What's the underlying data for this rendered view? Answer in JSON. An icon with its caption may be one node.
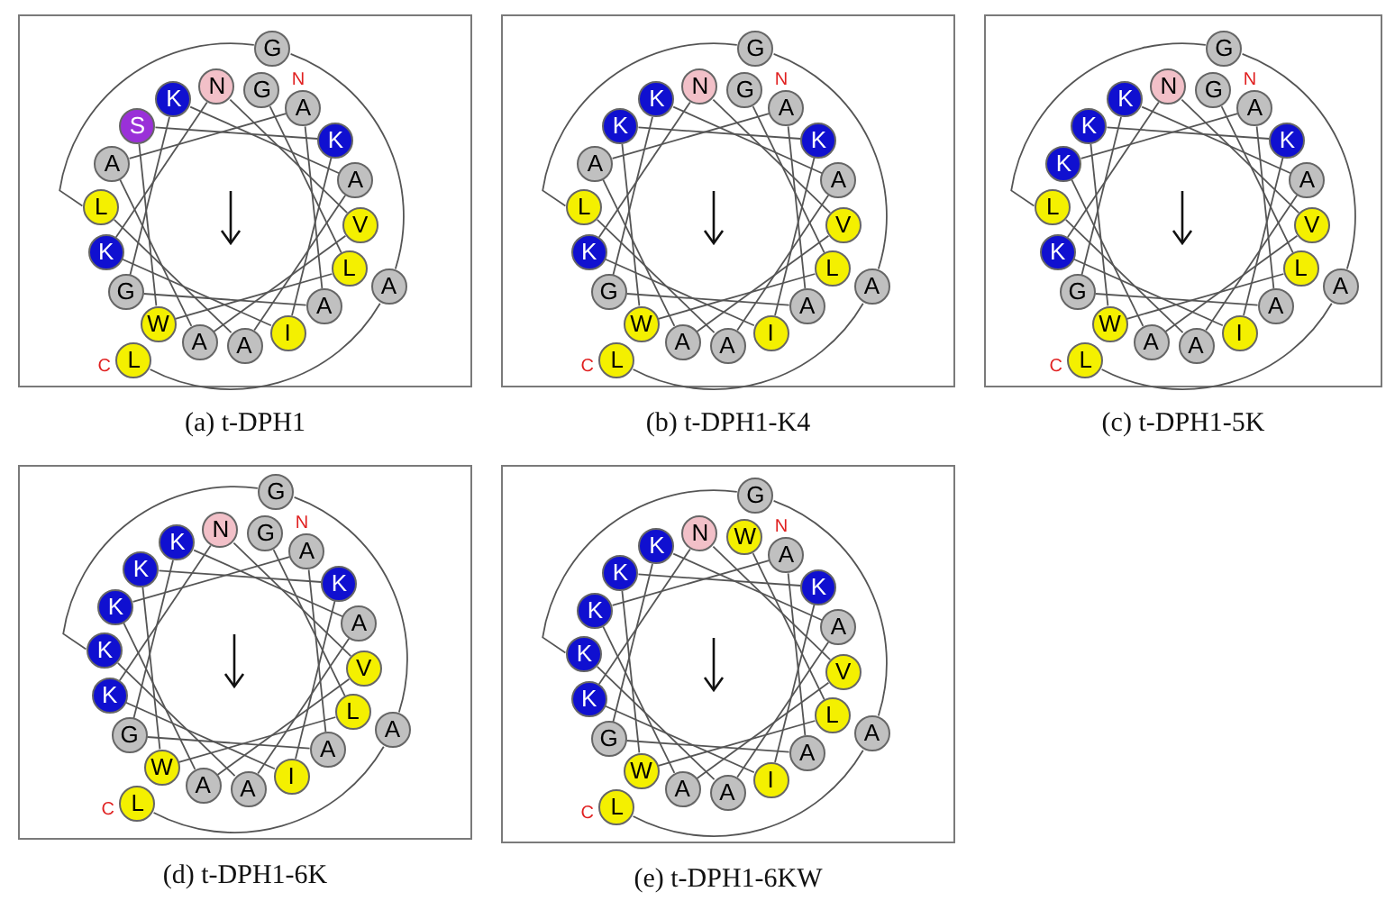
{
  "diagram": {
    "nodes": [
      {
        "text": [
          "(a) t-DPH1"
        ]
      },
      {
        "text": [
          "G"
        ],
        "in": 0,
        "beside": [
          "N"
        ]
      },
      {
        "text": [
          "L"
        ],
        "in": 0
      },
      {
        "text": [
          "W"
        ],
        "in": 0
      },
      {
        "text": [
          "S"
        ],
        "in": 0
      },
      {
        "text": [
          "K"
        ],
        "in": 0
      },
      {
        "text": [
          "I"
        ],
        "in": 0
      },
      {
        "text": [
          "K"
        ],
        "in": 0
      },
      {
        "text": [
          "N"
        ],
        "in": 0
      },
      {
        "text": [
          "V"
        ],
        "in": 0
      },
      {
        "text": [
          "A"
        ],
        "in": 0
      },
      {
        "text": [
          "A"
        ],
        "in": 0
      },
      {
        "text": [
          "A"
        ],
        "in": 0
      },
      {
        "text": [
          "A"
        ],
        "in": 0
      },
      {
        "text": [
          "G"
        ],
        "in": 0
      },
      {
        "text": [
          "K"
        ],
        "in": 0
      },
      {
        "text": [
          "A"
        ],
        "in": 0
      },
      {
        "text": [
          "A"
        ],
        "in": 0
      },
      {
        "text": [
          "L"
        ],
        "in": 0
      },
      {
        "text": [
          "G"
        ],
        "in": 0
      },
      {
        "text": [
          "A"
        ],
        "in": 0
      },
      {
        "text": [
          "L"
        ],
        "in": 0,
        "beside": [
          "C"
        ]
      },
      {
        "text": [
          "(b) t-DPH1-K4"
        ]
      },
      {
        "text": [
          "G"
        ],
        "in": 22,
        "beside": [
          "N"
        ]
      },
      {
        "text": [
          "L"
        ],
        "in": 22
      },
      {
        "text": [
          "W"
        ],
        "in": 22
      },
      {
        "text": [
          "K"
        ],
        "in": 22
      },
      {
        "text": [
          "K"
        ],
        "in": 22
      },
      {
        "text": [
          "I"
        ],
        "in": 22
      },
      {
        "text": [
          "K"
        ],
        "in": 22
      },
      {
        "text": [
          "N"
        ],
        "in": 22
      },
      {
        "text": [
          "V"
        ],
        "in": 22
      },
      {
        "text": [
          "A"
        ],
        "in": 22
      },
      {
        "text": [
          "A"
        ],
        "in": 22
      },
      {
        "text": [
          "A"
        ],
        "in": 22
      },
      {
        "text": [
          "A"
        ],
        "in": 22
      },
      {
        "text": [
          "G"
        ],
        "in": 22
      },
      {
        "text": [
          "K"
        ],
        "in": 22
      },
      {
        "text": [
          "A"
        ],
        "in": 22
      },
      {
        "text": [
          "A"
        ],
        "in": 22
      },
      {
        "text": [
          "L"
        ],
        "in": 22
      },
      {
        "text": [
          "G"
        ],
        "in": 22
      },
      {
        "text": [
          "A"
        ],
        "in": 22
      },
      {
        "text": [
          "L"
        ],
        "in": 22,
        "beside": [
          "C"
        ]
      },
      {
        "text": [
          "(c) t-DPH1-5K"
        ]
      },
      {
        "text": [
          "G"
        ],
        "in": 44,
        "beside": [
          "N"
        ]
      },
      {
        "text": [
          "L"
        ],
        "in": 44
      },
      {
        "text": [
          "W"
        ],
        "in": 44
      },
      {
        "text": [
          "K"
        ],
        "in": 44
      },
      {
        "text": [
          "K"
        ],
        "in": 44
      },
      {
        "text": [
          "I"
        ],
        "in": 44
      },
      {
        "text": [
          "K"
        ],
        "in": 44
      },
      {
        "text": [
          "N"
        ],
        "in": 44
      },
      {
        "text": [
          "V"
        ],
        "in": 44
      },
      {
        "text": [
          "A"
        ],
        "in": 44
      },
      {
        "text": [
          "K"
        ],
        "in": 44
      },
      {
        "text": [
          "A"
        ],
        "in": 44
      },
      {
        "text": [
          "A"
        ],
        "in": 44
      },
      {
        "text": [
          "G"
        ],
        "in": 44
      },
      {
        "text": [
          "K"
        ],
        "in": 44
      },
      {
        "text": [
          "A"
        ],
        "in": 44
      },
      {
        "text": [
          "A"
        ],
        "in": 44
      },
      {
        "text": [
          "L"
        ],
        "in": 44
      },
      {
        "text": [
          "G"
        ],
        "in": 44
      },
      {
        "text": [
          "A"
        ],
        "in": 44
      },
      {
        "text": [
          "L"
        ],
        "in": 44,
        "beside": [
          "C"
        ]
      },
      {
        "text": [
          "(d) t-DPH1-6K"
        ]
      },
      {
        "text": [
          "G"
        ],
        "in": 66,
        "beside": [
          "N"
        ]
      },
      {
        "text": [
          "L"
        ],
        "in": 66
      },
      {
        "text": [
          "W"
        ],
        "in": 66
      },
      {
        "text": [
          "K"
        ],
        "in": 66
      },
      {
        "text": [
          "K"
        ],
        "in": 66
      },
      {
        "text": [
          "I"
        ],
        "in": 66
      },
      {
        "text": [
          "K"
        ],
        "in": 66
      },
      {
        "text": [
          "N"
        ],
        "in": 66
      },
      {
        "text": [
          "V"
        ],
        "in": 66
      },
      {
        "text": [
          "A"
        ],
        "in": 66
      },
      {
        "text": [
          "K"
        ],
        "in": 66
      },
      {
        "text": [
          "A"
        ],
        "in": 66
      },
      {
        "text": [
          "A"
        ],
        "in": 66
      },
      {
        "text": [
          "G"
        ],
        "in": 66
      },
      {
        "text": [
          "K"
        ],
        "in": 66
      },
      {
        "text": [
          "A"
        ],
        "in": 66
      },
      {
        "text": [
          "A"
        ],
        "in": 66
      },
      {
        "text": [
          "K"
        ],
        "in": 66
      },
      {
        "text": [
          "G"
        ],
        "in": 66
      },
      {
        "text": [
          "A"
        ],
        "in": 66
      },
      {
        "text": [
          "L"
        ],
        "in": 66,
        "beside": [
          "C"
        ]
      },
      {
        "text": [
          "(e) t-DPH1-6KW"
        ]
      },
      {
        "text": [
          "W"
        ],
        "in": 88,
        "beside": [
          "N"
        ]
      },
      {
        "text": [
          "L"
        ],
        "in": 88
      },
      {
        "text": [
          "W"
        ],
        "in": 88
      },
      {
        "text": [
          "K"
        ],
        "in": 88
      },
      {
        "text": [
          "K"
        ],
        "in": 88
      },
      {
        "text": [
          "I"
        ],
        "in": 88
      },
      {
        "text": [
          "K"
        ],
        "in": 88
      },
      {
        "text": [
          "N"
        ],
        "in": 88
      },
      {
        "text": [
          "V"
        ],
        "in": 88
      },
      {
        "text": [
          "A"
        ],
        "in": 88
      },
      {
        "text": [
          "K"
        ],
        "in": 88
      },
      {
        "text": [
          "A"
        ],
        "in": 88
      },
      {
        "text": [
          "A"
        ],
        "in": 88
      },
      {
        "text": [
          "G"
        ],
        "in": 88
      },
      {
        "text": [
          "K"
        ],
        "in": 88
      },
      {
        "text": [
          "A"
        ],
        "in": 88
      },
      {
        "text": [
          "A"
        ],
        "in": 88
      },
      {
        "text": [
          "K"
        ],
        "in": 88
      },
      {
        "text": [
          "G"
        ],
        "in": 88
      },
      {
        "text": [
          "A"
        ],
        "in": 88
      },
      {
        "text": [
          "L"
        ],
        "in": 88,
        "beside": [
          "C"
        ]
      }
    ],
    "edges": [
      {
        "from": 1,
        "to": 2,
        "arrow": "none"
      },
      {
        "from": 2,
        "to": 3,
        "arrow": "none"
      },
      {
        "from": 3,
        "to": 4,
        "arrow": "none"
      },
      {
        "from": 4,
        "to": 5,
        "arrow": "none"
      },
      {
        "from": 5,
        "to": 6,
        "arrow": "none"
      },
      {
        "from": 6,
        "to": 7,
        "arrow": "none"
      },
      {
        "from": 7,
        "to": 8,
        "arrow": "none"
      },
      {
        "from": 8,
        "to": 9,
        "arrow": "none"
      },
      {
        "from": 9,
        "to": 10,
        "arrow": "none"
      },
      {
        "from": 10,
        "to": 11,
        "arrow": "none"
      },
      {
        "from": 11,
        "to": 12,
        "arrow": "none"
      },
      {
        "from": 12,
        "to": 13,
        "arrow": "none"
      },
      {
        "from": 13,
        "to": 14,
        "arrow": "none"
      },
      {
        "from": 14,
        "to": 15,
        "arrow": "none"
      },
      {
        "from": 15,
        "to": 16,
        "arrow": "none"
      },
      {
        "from": 16,
        "to": 17,
        "arrow": "none"
      },
      {
        "from": 17,
        "to": 18,
        "arrow": "none"
      },
      {
        "from": 18,
        "to": 19,
        "arrow": "none"
      },
      {
        "from": 19,
        "to": 20,
        "arrow": "none"
      },
      {
        "from": 20,
        "to": 21,
        "arrow": "none"
      },
      {
        "from": 23,
        "to": 24,
        "arrow": "none"
      },
      {
        "from": 24,
        "to": 25,
        "arrow": "none"
      },
      {
        "from": 25,
        "to": 26,
        "arrow": "none"
      },
      {
        "from": 26,
        "to": 27,
        "arrow": "none"
      },
      {
        "from": 27,
        "to": 28,
        "arrow": "none"
      },
      {
        "from": 28,
        "to": 29,
        "arrow": "none"
      },
      {
        "from": 29,
        "to": 30,
        "arrow": "none"
      },
      {
        "from": 30,
        "to": 31,
        "arrow": "none"
      },
      {
        "from": 31,
        "to": 32,
        "arrow": "none"
      },
      {
        "from": 32,
        "to": 33,
        "arrow": "none"
      },
      {
        "from": 33,
        "to": 34,
        "arrow": "none"
      },
      {
        "from": 34,
        "to": 35,
        "arrow": "none"
      },
      {
        "from": 35,
        "to": 36,
        "arrow": "none"
      },
      {
        "from": 36,
        "to": 37,
        "arrow": "none"
      },
      {
        "from": 37,
        "to": 38,
        "arrow": "none"
      },
      {
        "from": 38,
        "to": 39,
        "arrow": "none"
      },
      {
        "from": 39,
        "to": 40,
        "arrow": "none"
      },
      {
        "from": 40,
        "to": 41,
        "arrow": "none"
      },
      {
        "from": 41,
        "to": 42,
        "arrow": "none"
      },
      {
        "from": 42,
        "to": 43,
        "arrow": "none"
      },
      {
        "from": 45,
        "to": 46,
        "arrow": "none"
      },
      {
        "from": 46,
        "to": 47,
        "arrow": "none"
      },
      {
        "from": 47,
        "to": 48,
        "arrow": "none"
      },
      {
        "from": 48,
        "to": 49,
        "arrow": "none"
      },
      {
        "from": 49,
        "to": 50,
        "arrow": "none"
      },
      {
        "from": 50,
        "to": 51,
        "arrow": "none"
      },
      {
        "from": 51,
        "to": 52,
        "arrow": "none"
      },
      {
        "from": 52,
        "to": 53,
        "arrow": "none"
      },
      {
        "from": 53,
        "to": 54,
        "arrow": "none"
      },
      {
        "from": 54,
        "to": 55,
        "arrow": "none"
      },
      {
        "from": 55,
        "to": 56,
        "arrow": "none"
      },
      {
        "from": 56,
        "to": 57,
        "arrow": "none"
      },
      {
        "from": 57,
        "to": 58,
        "arrow": "none"
      },
      {
        "from": 58,
        "to": 59,
        "arrow": "none"
      },
      {
        "from": 59,
        "to": 60,
        "arrow": "none"
      },
      {
        "from": 60,
        "to": 61,
        "arrow": "none"
      },
      {
        "from": 61,
        "to": 62,
        "arrow": "none"
      },
      {
        "from": 62,
        "to": 63,
        "arrow": "none"
      },
      {
        "from": 63,
        "to": 64,
        "arrow": "none"
      },
      {
        "from": 64,
        "to": 65,
        "arrow": "none"
      },
      {
        "from": 67,
        "to": 68,
        "arrow": "none"
      },
      {
        "from": 68,
        "to": 69,
        "arrow": "none"
      },
      {
        "from": 69,
        "to": 70,
        "arrow": "none"
      },
      {
        "from": 70,
        "to": 71,
        "arrow": "none"
      },
      {
        "from": 71,
        "to": 72,
        "arrow": "none"
      },
      {
        "from": 72,
        "to": 73,
        "arrow": "none"
      },
      {
        "from": 73,
        "to": 74,
        "arrow": "none"
      },
      {
        "from": 74,
        "to": 75,
        "arrow": "none"
      },
      {
        "from": 75,
        "to": 76,
        "arrow": "none"
      },
      {
        "from": 76,
        "to": 77,
        "arrow": "none"
      },
      {
        "from": 77,
        "to": 78,
        "arrow": "none"
      },
      {
        "from": 78,
        "to": 79,
        "arrow": "none"
      },
      {
        "from": 79,
        "to": 80,
        "arrow": "none"
      },
      {
        "from": 80,
        "to": 81,
        "arrow": "none"
      },
      {
        "from": 81,
        "to": 82,
        "arrow": "none"
      },
      {
        "from": 82,
        "to": 83,
        "arrow": "none"
      },
      {
        "from": 83,
        "to": 84,
        "arrow": "none"
      },
      {
        "from": 84,
        "to": 85,
        "arrow": "none"
      },
      {
        "from": 85,
        "to": 86,
        "arrow": "none"
      },
      {
        "from": 86,
        "to": 87,
        "arrow": "none"
      },
      {
        "from": 89,
        "to": 90,
        "arrow": "none"
      },
      {
        "from": 90,
        "to": 91,
        "arrow": "none"
      },
      {
        "from": 91,
        "to": 92,
        "arrow": "none"
      },
      {
        "from": 92,
        "to": 93,
        "arrow": "none"
      },
      {
        "from": 93,
        "to": 94,
        "arrow": "none"
      },
      {
        "from": 94,
        "to": 95,
        "arrow": "none"
      },
      {
        "from": 95,
        "to": 96,
        "arrow": "none"
      },
      {
        "from": 96,
        "to": 97,
        "arrow": "none"
      },
      {
        "from": 97,
        "to": 98,
        "arrow": "none"
      },
      {
        "from": 98,
        "to": 99,
        "arrow": "none"
      },
      {
        "from": 99,
        "to": 100,
        "arrow": "none"
      },
      {
        "from": 100,
        "to": 101,
        "arrow": "none"
      },
      {
        "from": 101,
        "to": 102,
        "arrow": "none"
      },
      {
        "from": 102,
        "to": 103,
        "arrow": "none"
      },
      {
        "from": 103,
        "to": 104,
        "arrow": "none"
      },
      {
        "from": 104,
        "to": 105,
        "arrow": "none"
      },
      {
        "from": 105,
        "to": 106,
        "arrow": "none"
      },
      {
        "from": 106,
        "to": 107,
        "arrow": "none"
      },
      {
        "from": 107,
        "to": 108,
        "arrow": "none"
      },
      {
        "from": 108,
        "to": 109,
        "arrow": "none"
      }
    ]
  }
}
